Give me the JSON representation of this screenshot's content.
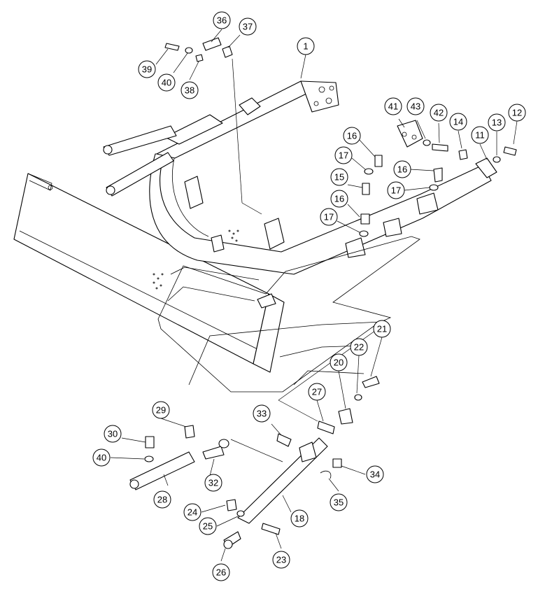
{
  "diagram": {
    "callouts": [
      {
        "id": "c1",
        "label": "1"
      },
      {
        "id": "c11",
        "label": "11"
      },
      {
        "id": "c12",
        "label": "12"
      },
      {
        "id": "c13",
        "label": "13"
      },
      {
        "id": "c14",
        "label": "14"
      },
      {
        "id": "c15",
        "label": "15"
      },
      {
        "id": "c16a",
        "label": "16"
      },
      {
        "id": "c16b",
        "label": "16"
      },
      {
        "id": "c16c",
        "label": "16"
      },
      {
        "id": "c17a",
        "label": "17"
      },
      {
        "id": "c17b",
        "label": "17"
      },
      {
        "id": "c17c",
        "label": "17"
      },
      {
        "id": "c18",
        "label": "18"
      },
      {
        "id": "c20",
        "label": "20"
      },
      {
        "id": "c21",
        "label": "21"
      },
      {
        "id": "c22",
        "label": "22"
      },
      {
        "id": "c23",
        "label": "23"
      },
      {
        "id": "c24",
        "label": "24"
      },
      {
        "id": "c25",
        "label": "25"
      },
      {
        "id": "c26",
        "label": "26"
      },
      {
        "id": "c27",
        "label": "27"
      },
      {
        "id": "c28",
        "label": "28"
      },
      {
        "id": "c29",
        "label": "29"
      },
      {
        "id": "c30",
        "label": "30"
      },
      {
        "id": "c32",
        "label": "32"
      },
      {
        "id": "c33",
        "label": "33"
      },
      {
        "id": "c34",
        "label": "34"
      },
      {
        "id": "c35",
        "label": "35"
      },
      {
        "id": "c36",
        "label": "36"
      },
      {
        "id": "c37",
        "label": "37"
      },
      {
        "id": "c38",
        "label": "38"
      },
      {
        "id": "c39",
        "label": "39"
      },
      {
        "id": "c40a",
        "label": "40"
      },
      {
        "id": "c40b",
        "label": "40"
      },
      {
        "id": "c41",
        "label": "41"
      },
      {
        "id": "c42",
        "label": "42"
      },
      {
        "id": "c43",
        "label": "43"
      }
    ]
  }
}
